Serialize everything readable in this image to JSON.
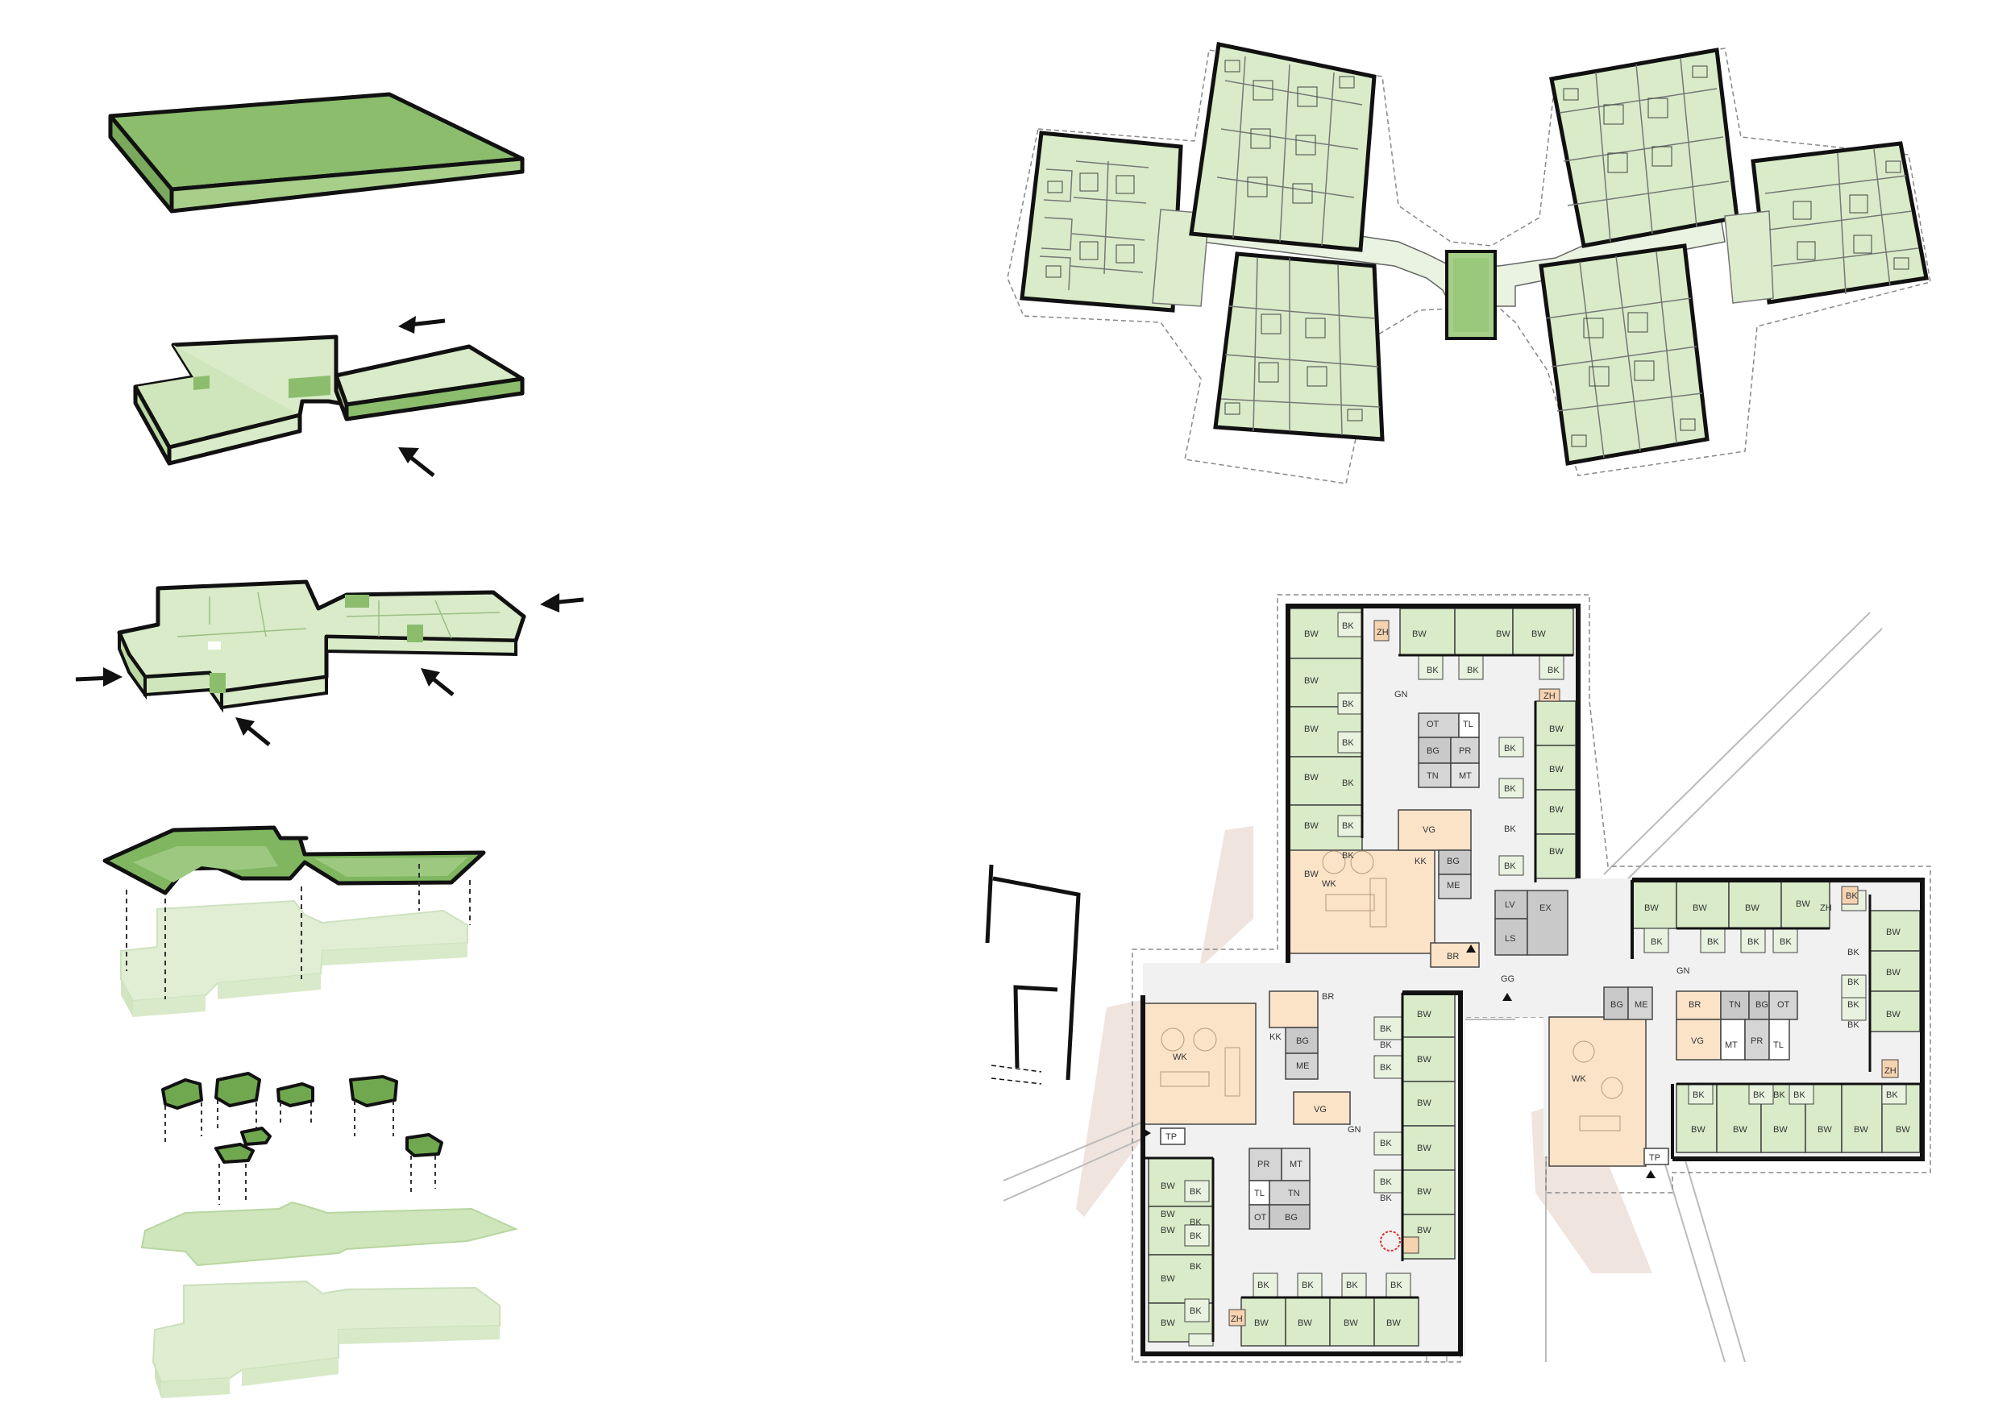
{
  "colors": {
    "dark_green": "#8bbd6c",
    "mid_green": "#a8cf8a",
    "light_green": "#d9ebc8",
    "pale_green": "#e6f1dc",
    "living_orange": "#fbe3c8",
    "service_grey": "#c9c9c9",
    "context_pink": "#eee1da",
    "corridor_grey": "#f1f1f1",
    "outline": "#111111"
  },
  "legend_room_codes": [
    "BW",
    "BK",
    "ZH",
    "GN",
    "OT",
    "BG",
    "PR",
    "TN",
    "MT",
    "VG",
    "KK",
    "ME",
    "WK",
    "BR",
    "LV",
    "EX",
    "LS",
    "GG",
    "TL",
    "TP"
  ],
  "main_plan": {
    "north_wing": {
      "left_rooms": [
        "BW",
        "BW",
        "BW",
        "BW",
        "BW",
        "BW"
      ],
      "left_baths": [
        "BK",
        "BK",
        "BK",
        "BK",
        "BK",
        "BK"
      ],
      "top_rooms": [
        "BW",
        "BW",
        "BW"
      ],
      "top_baths": [
        "BK",
        "BK",
        "BK"
      ],
      "right_rooms": [
        "BW",
        "BW",
        "BW",
        "BW"
      ],
      "right_baths": [
        "BK",
        "BK",
        "BK",
        "BK"
      ],
      "storage_top": "ZH",
      "storage_right": "ZH",
      "hall": "GN",
      "core": [
        "OT",
        "TL",
        "BG",
        "PR",
        "TN",
        "MT"
      ],
      "living": "WK",
      "kitchen": "KK",
      "pantry": "VG",
      "bath_core": [
        "BG",
        "ME"
      ],
      "office": "BR",
      "lift": "LV",
      "stair": "LS",
      "extra": "EX",
      "hall_entry": "GG"
    },
    "east_wing": {
      "top_rooms": [
        "BW",
        "BW",
        "BW",
        "BW"
      ],
      "top_baths": [
        "BK",
        "BK",
        "BK",
        "BK"
      ],
      "right_rooms": [
        "BW",
        "BW",
        "BW"
      ],
      "right_baths": [
        "BK",
        "BK",
        "BK",
        "BK",
        "BK"
      ],
      "bottom_rooms": [
        "BW",
        "BW",
        "BW",
        "BW",
        "BW",
        "BW"
      ],
      "bottom_baths": [
        "BK",
        "BK",
        "BK",
        "BK",
        "BK"
      ],
      "storage_top": "ZH",
      "storage_bottom": "ZH",
      "hall": "GN",
      "core": [
        "BR",
        "TN",
        "BG",
        "OT",
        "VG",
        "MT",
        "PR",
        "TL"
      ],
      "living": "WK",
      "bath_core": [
        "BG",
        "ME"
      ],
      "entry": "TP"
    },
    "south_wing": {
      "left_rooms": [
        "BW",
        "BW",
        "BW",
        "BW",
        "BW"
      ],
      "left_baths": [
        "BK",
        "BK",
        "BK",
        "BK",
        "BK"
      ],
      "bottom_rooms": [
        "BW",
        "BW",
        "BW",
        "BW"
      ],
      "bottom_baths": [
        "BK",
        "BK",
        "BK",
        "BK"
      ],
      "right_rooms": [
        "BW",
        "BW",
        "BW",
        "BW",
        "BW",
        "BW"
      ],
      "right_baths": [
        "BK",
        "BK",
        "BK",
        "BK",
        "BK",
        "BK"
      ],
      "storage_bottom": "ZH",
      "hall": "GN",
      "core": [
        "PR",
        "MT",
        "TL",
        "TN",
        "OT",
        "BG"
      ],
      "living": "WK",
      "kitchen": "KK",
      "pantry": "VG",
      "office": "BR",
      "bath_core": [
        "BG",
        "ME"
      ],
      "entry": "TP"
    }
  }
}
